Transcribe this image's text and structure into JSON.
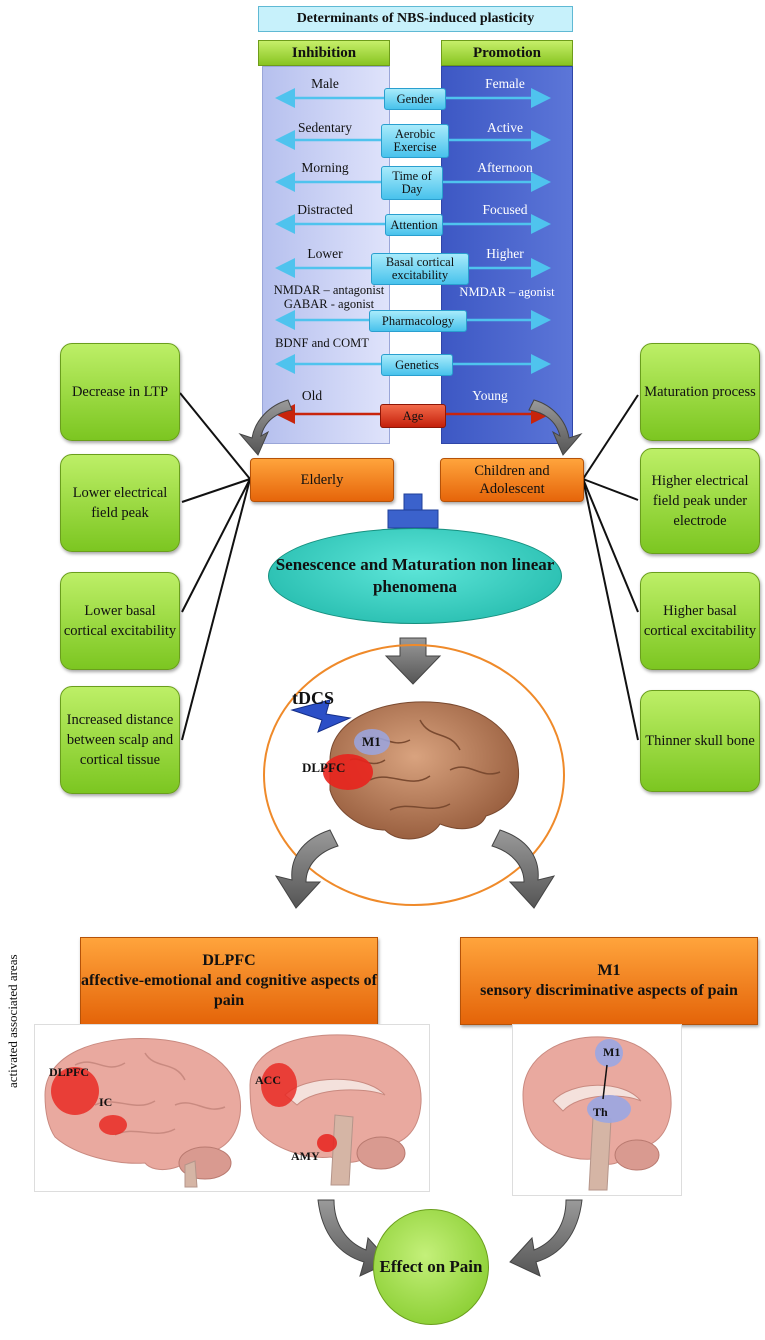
{
  "title": "Determinants of NBS-induced plasticity",
  "inhibition_label": "Inhibition",
  "promotion_label": "Promotion",
  "rows": [
    {
      "left": "Male",
      "factor": "Gender",
      "right": "Female"
    },
    {
      "left": "Sedentary",
      "factor": "Aerobic Exercise",
      "right": "Active"
    },
    {
      "left": "Morning",
      "factor": "Time of Day",
      "right": "Afternoon"
    },
    {
      "left": "Distracted",
      "factor": "Attention",
      "right": "Focused"
    },
    {
      "left": "Lower",
      "factor": "Basal cortical excitability",
      "right": "Higher"
    },
    {
      "left": "NMDAR – antagonist GABAR - agonist",
      "factor": "Pharmacology",
      "right": "NMDAR – agonist"
    },
    {
      "left": "BDNF and COMT",
      "factor": "Genetics",
      "right": ""
    },
    {
      "left": "Old",
      "factor": "Age",
      "right": "Young"
    }
  ],
  "elderly_label": "Elderly",
  "children_label": "Children and Adolescent",
  "left_boxes": [
    "Decrease in LTP",
    "Lower electrical field peak",
    "Lower basal cortical excitability",
    "Increased distance between scalp and cortical tissue"
  ],
  "right_boxes": [
    "Maturation process",
    "Higher electrical field peak under electrode",
    "Higher basal cortical excitability",
    "Thinner skull bone"
  ],
  "oval_text": "Senescence and Maturation non linear phenomena",
  "tdcs_label": "tDCS",
  "m1_label": "M1",
  "dlpfc_label": "DLPFC",
  "dlpfc_header_title": "DLPFC",
  "dlpfc_header_text": "affective-emotional and cognitive aspects of pain",
  "m1_header_title": "M1",
  "m1_header_text": "sensory discriminative aspects of pain",
  "side_label": "activated associated areas",
  "brain_labels": {
    "dlpfc": "DLPFC",
    "ic": "IC",
    "acc": "ACC",
    "amy": "AMY",
    "m1": "M1",
    "th": "Th"
  },
  "effect_text": "Effect on Pain",
  "colors": {
    "blue_arrow": "#4fc3ee",
    "age_arrow": "#c8240c",
    "brain": "#e9a99f",
    "highlight_red": "#e8231d",
    "highlight_blue": "#9aa6e2"
  }
}
